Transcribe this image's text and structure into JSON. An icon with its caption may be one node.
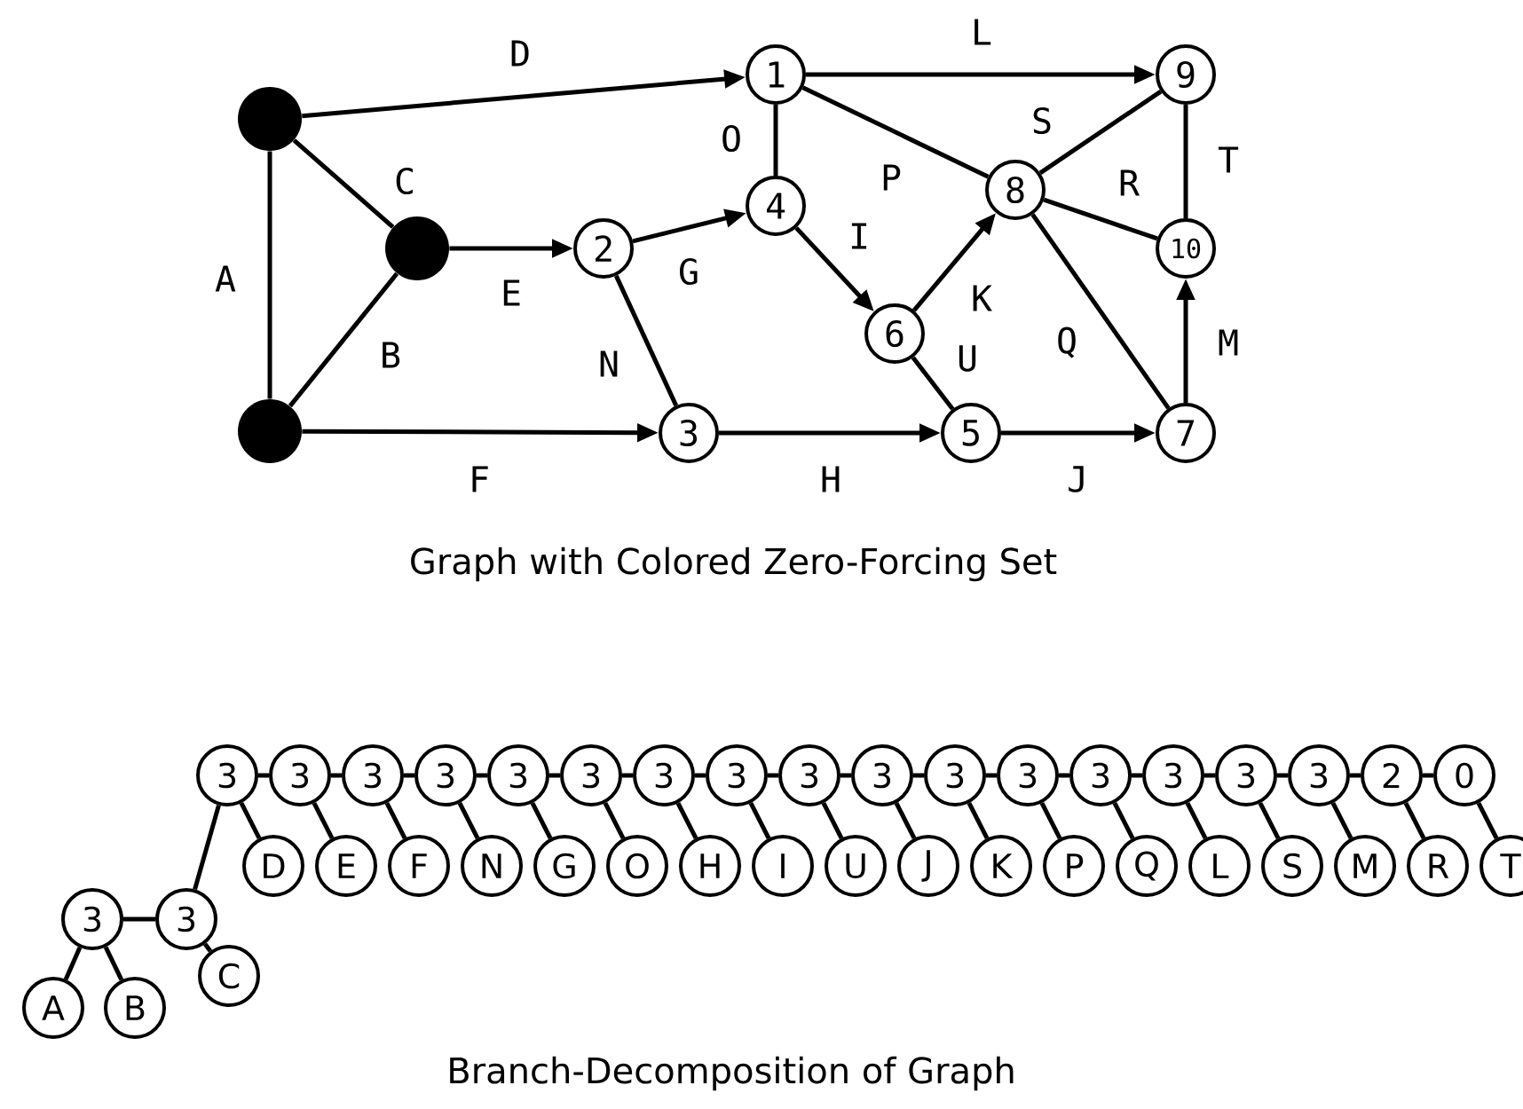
{
  "diagram": {
    "nodes": [
      {
        "text": [],
        "shape": "circle"
      },
      {
        "text": [
          "1"
        ]
      },
      {
        "text": [
          "9"
        ]
      },
      {
        "text": [
          "4"
        ]
      },
      {
        "text": [
          "8"
        ]
      },
      {
        "text": [],
        "shape": "circle"
      },
      {
        "text": [
          "2"
        ]
      },
      {
        "text": [
          "10"
        ]
      },
      {
        "text": [
          "6"
        ]
      },
      {
        "text": [],
        "shape": "circle"
      },
      {
        "text": [
          "3"
        ]
      },
      {
        "text": [
          "5"
        ]
      },
      {
        "text": [
          "7"
        ]
      },
      {
        "text": [
          "3"
        ]
      },
      {
        "text": [
          "3"
        ]
      },
      {
        "text": [
          "3"
        ]
      },
      {
        "text": [
          "3"
        ]
      },
      {
        "text": [
          "3"
        ]
      },
      {
        "text": [
          "3"
        ]
      },
      {
        "text": [
          "3"
        ]
      },
      {
        "text": [
          "3"
        ]
      },
      {
        "text": [
          "3"
        ]
      },
      {
        "text": [
          "3"
        ]
      },
      {
        "text": [
          "3"
        ]
      },
      {
        "text": [
          "3"
        ]
      },
      {
        "text": [
          "3"
        ]
      },
      {
        "text": [
          "3"
        ]
      },
      {
        "text": [
          "3"
        ]
      },
      {
        "text": [
          "3"
        ]
      },
      {
        "text": [
          "2"
        ]
      },
      {
        "text": [
          "0"
        ]
      },
      {
        "text": [
          "D"
        ]
      },
      {
        "text": [
          "E"
        ]
      },
      {
        "text": [
          "F"
        ]
      },
      {
        "text": [
          "N"
        ]
      },
      {
        "text": [
          "G"
        ]
      },
      {
        "text": [
          "O"
        ]
      },
      {
        "text": [
          "H"
        ]
      },
      {
        "text": [
          "I"
        ]
      },
      {
        "text": [
          "U"
        ]
      },
      {
        "text": [
          "J"
        ]
      },
      {
        "text": [
          "K"
        ]
      },
      {
        "text": [
          "P"
        ]
      },
      {
        "text": [
          "Q"
        ]
      },
      {
        "text": [
          "L"
        ]
      },
      {
        "text": [
          "S"
        ]
      },
      {
        "text": [
          "M"
        ]
      },
      {
        "text": [
          "R"
        ]
      },
      {
        "text": [
          "T"
        ]
      },
      {
        "text": [
          "3"
        ]
      },
      {
        "text": [
          "3"
        ]
      },
      {
        "text": [
          "C"
        ]
      },
      {
        "text": [
          "A"
        ]
      },
      {
        "text": [
          "B"
        ]
      }
    ],
    "edges": [
      {
        "from": 0,
        "to": 9,
        "arrow": "none",
        "label": "A"
      },
      {
        "from": 9,
        "to": 5,
        "arrow": "none",
        "label": "B"
      },
      {
        "from": 0,
        "to": 5,
        "arrow": "none",
        "label": "C"
      },
      {
        "from": 0,
        "to": 1,
        "arrow": "to",
        "label": "D"
      },
      {
        "from": 5,
        "to": 6,
        "arrow": "to",
        "label": "E"
      },
      {
        "from": 9,
        "to": 10,
        "arrow": "to",
        "label": "F"
      },
      {
        "from": 6,
        "to": 3,
        "arrow": "to",
        "label": "G"
      },
      {
        "from": 10,
        "to": 11,
        "arrow": "to",
        "label": "H"
      },
      {
        "from": 3,
        "to": 8,
        "arrow": "to",
        "label": "I"
      },
      {
        "from": 11,
        "to": 12,
        "arrow": "to",
        "label": "J"
      },
      {
        "from": 8,
        "to": 4,
        "arrow": "to",
        "label": "K"
      },
      {
        "from": 1,
        "to": 2,
        "arrow": "to",
        "label": "L"
      },
      {
        "from": 12,
        "to": 7,
        "arrow": "to",
        "label": "M"
      },
      {
        "from": 6,
        "to": 10,
        "arrow": "none",
        "label": "N"
      },
      {
        "from": 1,
        "to": 3,
        "arrow": "none",
        "label": "O"
      },
      {
        "from": 1,
        "to": 4,
        "arrow": "none",
        "label": "P"
      },
      {
        "from": 4,
        "to": 12,
        "arrow": "none",
        "label": "Q"
      },
      {
        "from": 4,
        "to": 7,
        "arrow": "none",
        "label": "R"
      },
      {
        "from": 4,
        "to": 2,
        "arrow": "none",
        "label": "S"
      },
      {
        "from": 2,
        "to": 7,
        "arrow": "none",
        "label": "T"
      },
      {
        "from": 8,
        "to": 11,
        "arrow": "none",
        "label": "U"
      },
      {
        "from": 13,
        "to": 14,
        "arrow": "none"
      },
      {
        "from": 14,
        "to": 15,
        "arrow": "none"
      },
      {
        "from": 15,
        "to": 16,
        "arrow": "none"
      },
      {
        "from": 16,
        "to": 17,
        "arrow": "none"
      },
      {
        "from": 17,
        "to": 18,
        "arrow": "none"
      },
      {
        "from": 18,
        "to": 19,
        "arrow": "none"
      },
      {
        "from": 19,
        "to": 20,
        "arrow": "none"
      },
      {
        "from": 20,
        "to": 21,
        "arrow": "none"
      },
      {
        "from": 21,
        "to": 22,
        "arrow": "none"
      },
      {
        "from": 22,
        "to": 23,
        "arrow": "none"
      },
      {
        "from": 23,
        "to": 24,
        "arrow": "none"
      },
      {
        "from": 24,
        "to": 25,
        "arrow": "none"
      },
      {
        "from": 25,
        "to": 26,
        "arrow": "none"
      },
      {
        "from": 26,
        "to": 27,
        "arrow": "none"
      },
      {
        "from": 27,
        "to": 28,
        "arrow": "none"
      },
      {
        "from": 28,
        "to": 29,
        "arrow": "none"
      },
      {
        "from": 29,
        "to": 30,
        "arrow": "none"
      },
      {
        "from": 13,
        "to": 31,
        "arrow": "none"
      },
      {
        "from": 14,
        "to": 32,
        "arrow": "none"
      },
      {
        "from": 15,
        "to": 33,
        "arrow": "none"
      },
      {
        "from": 16,
        "to": 34,
        "arrow": "none"
      },
      {
        "from": 17,
        "to": 35,
        "arrow": "none"
      },
      {
        "from": 18,
        "to": 36,
        "arrow": "none"
      },
      {
        "from": 19,
        "to": 37,
        "arrow": "none"
      },
      {
        "from": 20,
        "to": 38,
        "arrow": "none"
      },
      {
        "from": 21,
        "to": 39,
        "arrow": "none"
      },
      {
        "from": 22,
        "to": 40,
        "arrow": "none"
      },
      {
        "from": 23,
        "to": 41,
        "arrow": "none"
      },
      {
        "from": 24,
        "to": 42,
        "arrow": "none"
      },
      {
        "from": 25,
        "to": 43,
        "arrow": "none"
      },
      {
        "from": 26,
        "to": 44,
        "arrow": "none"
      },
      {
        "from": 27,
        "to": 45,
        "arrow": "none"
      },
      {
        "from": 28,
        "to": 46,
        "arrow": "none"
      },
      {
        "from": 29,
        "to": 47,
        "arrow": "none"
      },
      {
        "from": 30,
        "to": 48,
        "arrow": "none"
      },
      {
        "from": 13,
        "to": 50,
        "arrow": "none"
      },
      {
        "from": 50,
        "to": 49,
        "arrow": "none"
      },
      {
        "from": 50,
        "to": 51,
        "arrow": "none"
      },
      {
        "from": 49,
        "to": 52,
        "arrow": "none"
      },
      {
        "from": 49,
        "to": 53,
        "arrow": "none"
      }
    ],
    "labels": [
      "Graph with Colored Zero-Forcing Set",
      "Branch-Decomposition of Graph"
    ]
  }
}
